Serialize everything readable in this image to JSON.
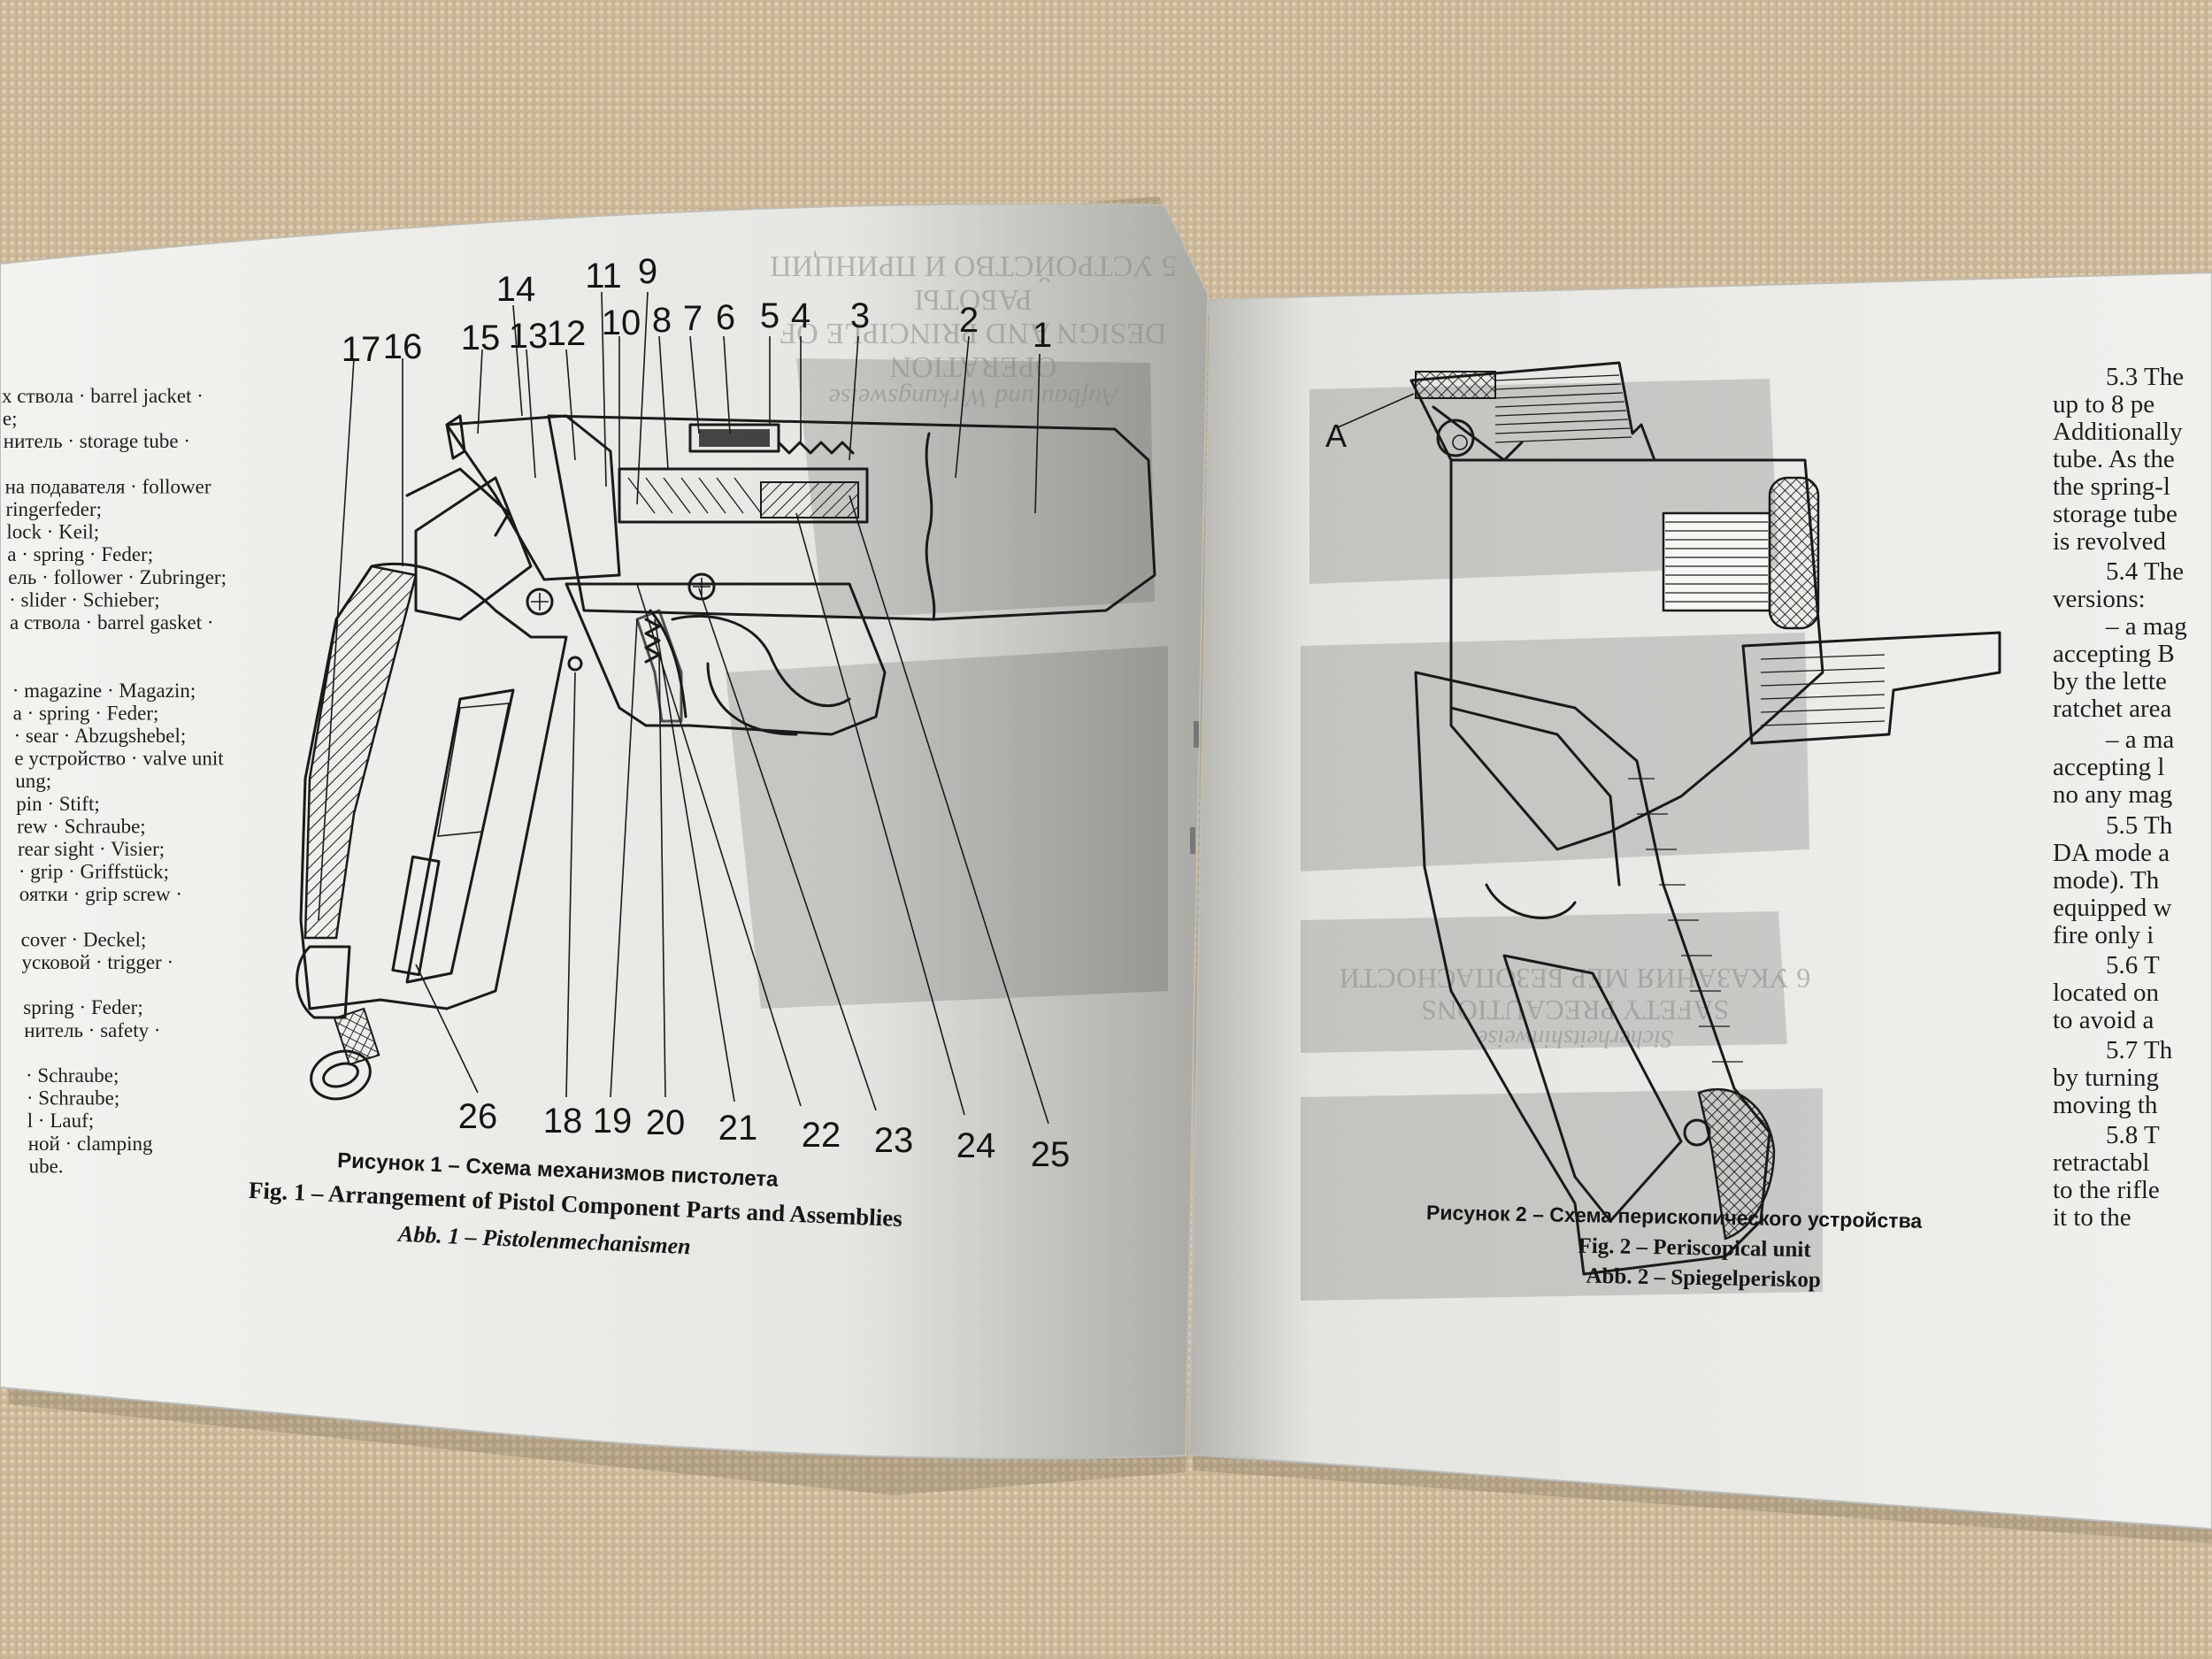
{
  "left_page": {
    "faint_heading": [
      "5 УСТРОЙСТВО И ПРИНЦИП",
      "РАБОТЫ",
      "DESIGN AND PRINCIPLE OF",
      "OPERATION",
      "Aufbau und Wirkungsweise"
    ],
    "legend_lines": [
      "х ствола · barrel jacket ·",
      "е;",
      "нитель · storage tube ·",
      "",
      "на подавателя · follower",
      "ringerfeder;",
      "lock · Keil;",
      "а · spring · Feder;",
      "ель · follower · Zubringer;",
      "· slider · Schieber;",
      "а ствола · barrel gasket ·",
      "",
      "",
      "· magazine · Magazin;",
      "а · spring · Feder;",
      "· sear · Abzugshebel;",
      "е устройство · valve unit",
      "ung;",
      "pin · Stift;",
      "rew · Schraube;",
      "rear sight · Visier;",
      "· grip · Griffstück;",
      "оятки · grip screw ·",
      "",
      "cover · Deckel;",
      "усковой · trigger ·",
      "",
      "spring · Feder;",
      "нитель · safety ·",
      "",
      "· Schraube;",
      "· Schraube;",
      "l · Lauf;",
      "ной · clamping",
      "ube."
    ],
    "callouts_top": [
      "17",
      "16",
      "15",
      "14",
      "13",
      "12",
      "11",
      "9",
      "10",
      "8",
      "7",
      "6",
      "5",
      "4",
      "3",
      "2",
      "1"
    ],
    "callouts_bottom": [
      "26",
      "18",
      "19",
      "20",
      "21",
      "22",
      "23",
      "24",
      "25"
    ],
    "caption_ru": "Рисунок 1 – Схема механизмов пистолета",
    "caption_en": "Fig. 1 – Arrangement of Pistol Component Parts and Assemblies",
    "caption_de": "Abb. 1 – Pistolenmechanismen"
  },
  "right_page": {
    "label_a": "A",
    "caption_ru": "Рисунок 2 – Схема перископического устройства",
    "caption_en": "Fig. 2 – Periscopical unit",
    "caption_de": "Abb. 2 – Spiegelperiskop",
    "faint_heading": [
      "6 УКАЗАНИЯ МЕР БЕЗОПАСНОСТИ",
      "SAFETY PRECAUTIONS",
      "Sicherheitshinweise"
    ],
    "column_lines": [
      "5.3 The",
      "up to 8 pe",
      "Additionally",
      "tube. As the",
      "the spring-l",
      "storage tube",
      "is revolved",
      "5.4 The",
      "versions:",
      "– a mag",
      "accepting B",
      "by the lette",
      "ratchet area",
      "– a ma",
      "accepting l",
      "no any mag",
      "5.5 Th",
      "DA mode a",
      "mode). Th",
      "equipped w",
      "fire only i",
      "5.6 T",
      "located on",
      "to avoid a",
      "5.7 Th",
      "by turning",
      "moving th",
      "5.8 T",
      "retractabl",
      "to the rifle",
      "it to the"
    ]
  }
}
